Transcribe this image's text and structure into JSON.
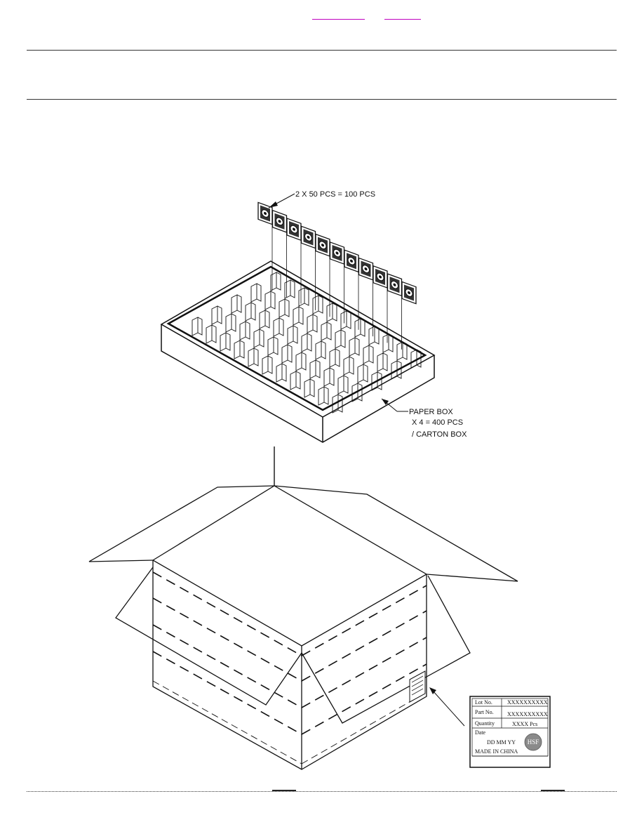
{
  "callouts": {
    "pcs_per_tray": "2 X 50 PCS = 100 PCS",
    "paper_box": "PAPER BOX",
    "box_multiplier": "X 4 = 400 PCS",
    "per_carton": "/ CARTON BOX"
  },
  "carton_label": {
    "lot_no_label": "Lot No.",
    "lot_no_value": "XXXXXXXXXX",
    "part_no_label": "Part No.",
    "part_no_value": "XXXXXXXXXX",
    "quantity_label": "Quantity",
    "quantity_value": "XXXX  Pcs",
    "date_label": "Date",
    "date_value": "DD  MM  YY",
    "origin": "MADE IN CHINA",
    "seal_text": "HSF"
  },
  "colors": {
    "ink": "#111111",
    "link_underline": "#c000c0",
    "seal_fill": "#8a8a8a"
  }
}
